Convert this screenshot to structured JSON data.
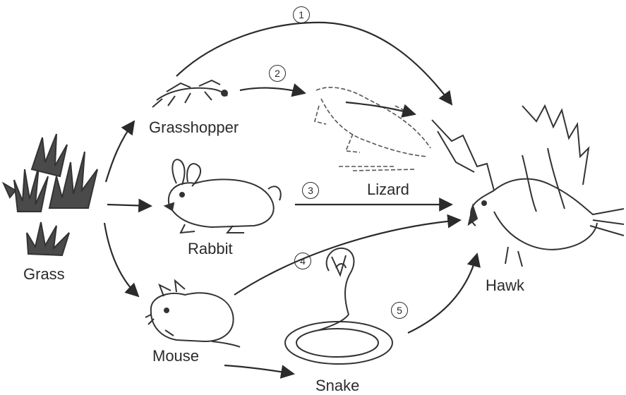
{
  "organisms": {
    "grass": "Grass",
    "grasshopper": "Grasshopper",
    "rabbit": "Rabbit",
    "lizard": "Lizard",
    "mouse": "Mouse",
    "snake": "Snake",
    "hawk": "Hawk"
  },
  "chains": [
    {
      "number": "1",
      "from": "grasshopper",
      "to": "hawk"
    },
    {
      "number": "2",
      "from": "grasshopper",
      "to": "lizard"
    },
    {
      "number": "3",
      "from": "rabbit",
      "to": "hawk"
    },
    {
      "number": "4",
      "from": "mouse",
      "to": "hawk"
    },
    {
      "number": "5",
      "from": "snake",
      "to": "hawk"
    }
  ],
  "arrows": [
    {
      "from": "grass",
      "to": "grasshopper"
    },
    {
      "from": "grass",
      "to": "rabbit"
    },
    {
      "from": "grass",
      "to": "mouse"
    },
    {
      "from": "lizard",
      "to": "hawk"
    },
    {
      "from": "mouse",
      "to": "snake"
    }
  ]
}
